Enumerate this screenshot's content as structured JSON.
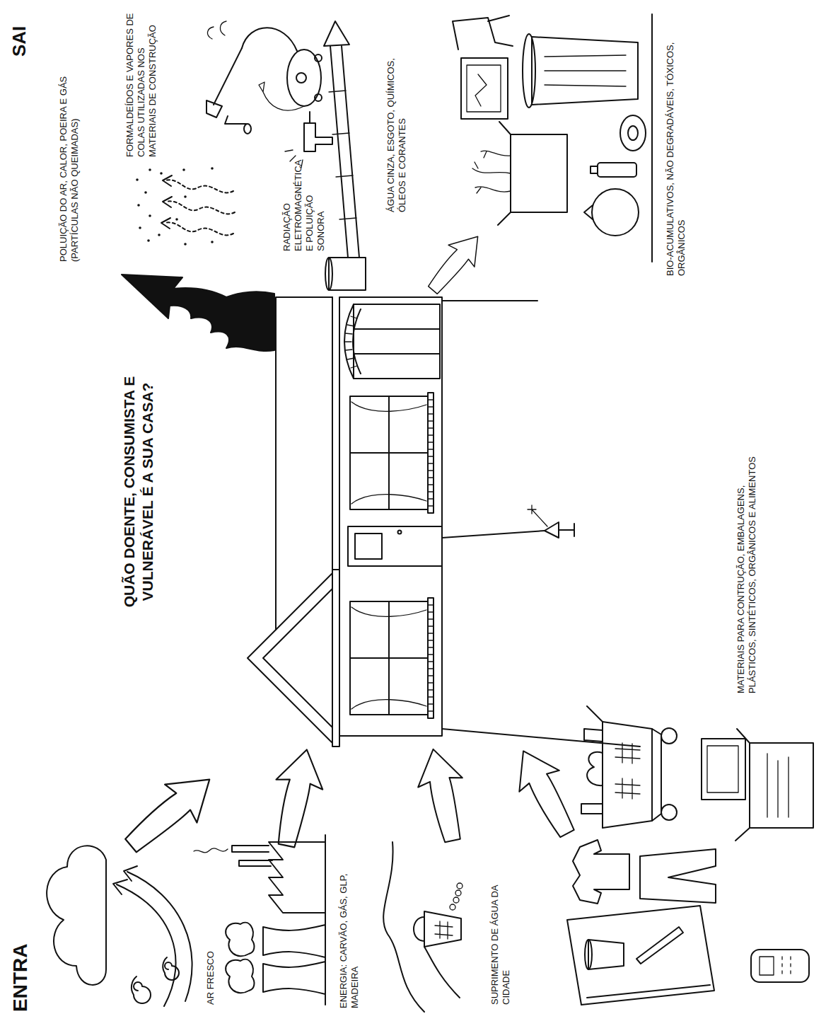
{
  "diagram": {
    "title": "QUÃO DOENTE, CONSUMISTA E VULNERÁVEL É A SUA CASA?",
    "labels": [
      "ENTRA",
      "SAI",
      "AR FRESCO",
      "ENERGIA: CARVÃO, GÁS, GLP, MADEIRA",
      "SUPRIMENTO DE ÁGUA DA CIDADE",
      "MATERIAIS PARA CONTRUÇÃO, EMBALAGENS, PLÁSTICOS, SINTÉTICOS, ORGÂNICOS E ALIMENTOS",
      "POLUIÇÃO DO AR, CALOR, POEIRA E GÁS (PARTÍCULAS NÃO QUEIMADAS)",
      "FORMALDEÍDOS E VAPORES DE COLAS UTILIZADAS NOS MATERIAIS DE CONSTRUÇÃO",
      "RADIAÇÃO ELETROMAGNÉTICA E POLUIÇÃO SONORA",
      "ÁGUA CINZA, ESGOTO, QUÍMICOS, ÓLEOS E CORANTES",
      "BIO-ACUMULATIVOS, NÃO DEGRADÁVEIS, TÓXICOS, ORGÂNICOS"
    ]
  }
}
